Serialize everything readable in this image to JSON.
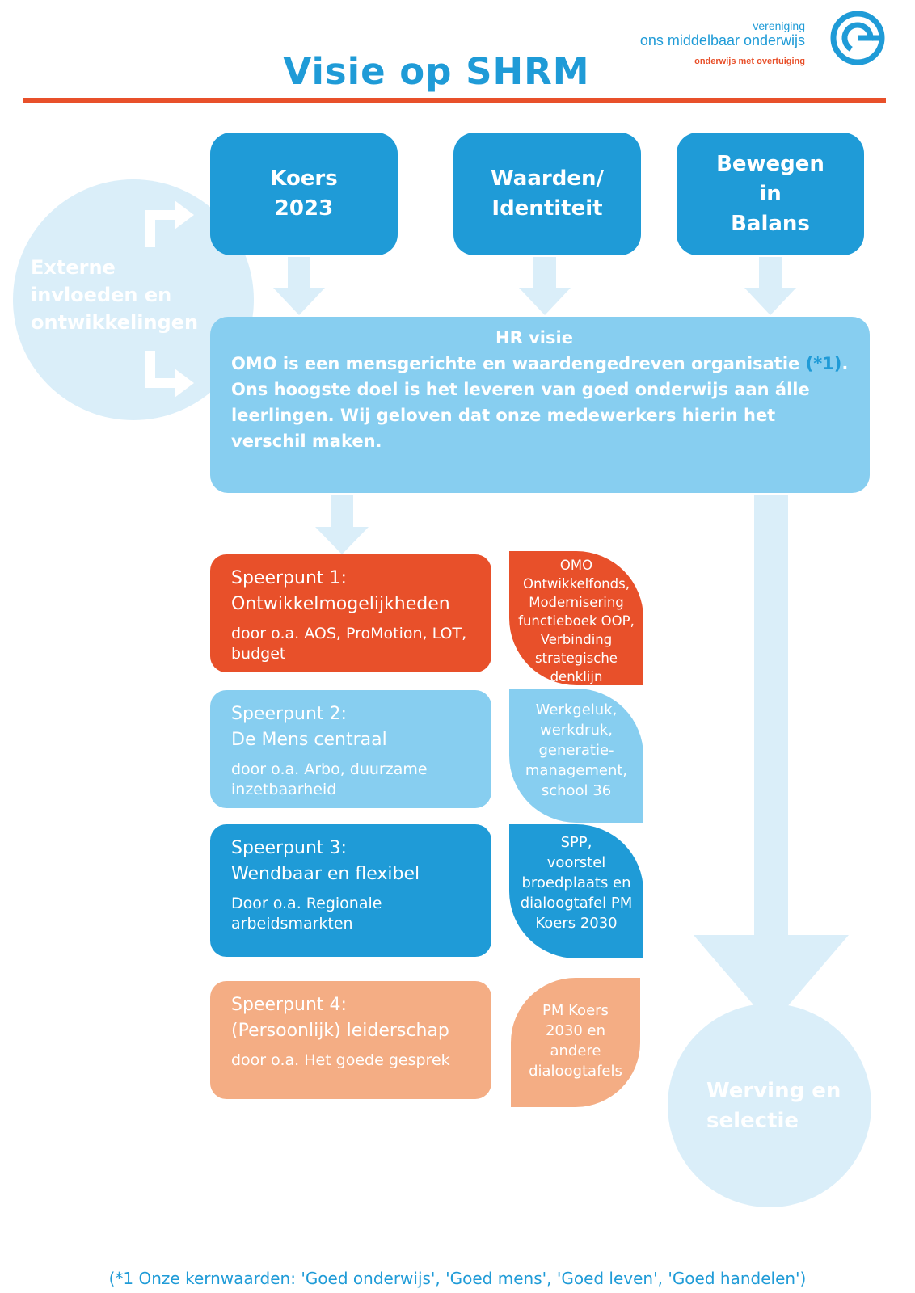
{
  "title": "Visie op SHRM",
  "logo": {
    "line1": "vereniging",
    "line2": "ons middelbaar onderwijs",
    "tagline": "onderwijs met overtuiging"
  },
  "top_boxes": [
    {
      "lines": [
        "Koers",
        "2023"
      ]
    },
    {
      "lines": [
        "Waarden/",
        "Identiteit"
      ]
    },
    {
      "lines": [
        "Bewegen",
        "in",
        "Balans"
      ]
    }
  ],
  "external": {
    "lines": [
      "Externe",
      "invloeden en",
      "ontwikkelingen"
    ]
  },
  "hr": {
    "title": "HR visie",
    "line1": "OMO is een mensgerichte en waardengedreven organisatie",
    "ref": "(*1)",
    "ref_end": ".",
    "line2": "Ons hoogste doel is het leveren van goed onderwijs aan álle leerlingen. Wij geloven dat onze medewerkers hierin het verschil maken."
  },
  "speerpunten": [
    {
      "title": "Speerpunt 1:",
      "name": "Ontwikkelmogelijkheden",
      "sub": "door o.a. AOS, ProMotion, LOT, budget",
      "color": "#e8502a",
      "leaf": [
        "OMO",
        "Ontwikkelfonds,",
        "Modernisering",
        "functieboek OOP,",
        "Verbinding",
        "strategische",
        "denklijn"
      ]
    },
    {
      "title": "Speerpunt 2:",
      "name": "De Mens centraal",
      "sub": "door o.a. Arbo, duurzame inzetbaarheid",
      "color": "#87cef0",
      "leaf": [
        "Werkgeluk,",
        "werkdruk,",
        "generatie-",
        "management,",
        "school 36"
      ]
    },
    {
      "title": "Speerpunt 3:",
      "name": "Wendbaar en flexibel",
      "sub": "Door o.a. Regionale arbeidsmarkten",
      "color": "#1f9bd7",
      "leaf": [
        "SPP,",
        "voorstel",
        "broedplaats en",
        "dialoogtafel PM",
        "Koers 2030"
      ]
    },
    {
      "title": "Speerpunt 4:",
      "name": "(Persoonlijk) leiderschap",
      "sub": "door o.a. Het goede gesprek",
      "color": "#f4ad84",
      "leaf": [
        "PM Koers",
        "2030 en",
        "andere",
        "dialoogtafels"
      ]
    }
  ],
  "werving": {
    "lines": [
      "Werving en",
      "selectie"
    ]
  },
  "footnote": "(*1 Onze kernwaarden: 'Goed onderwijs', 'Goed mens', 'Goed leven', 'Goed handelen')",
  "colors": {
    "blue": "#1f9bd7",
    "lightblue": "#87cef0",
    "paleblue": "#daeef9",
    "orange": "#e8502a",
    "peach": "#f4ad84"
  }
}
